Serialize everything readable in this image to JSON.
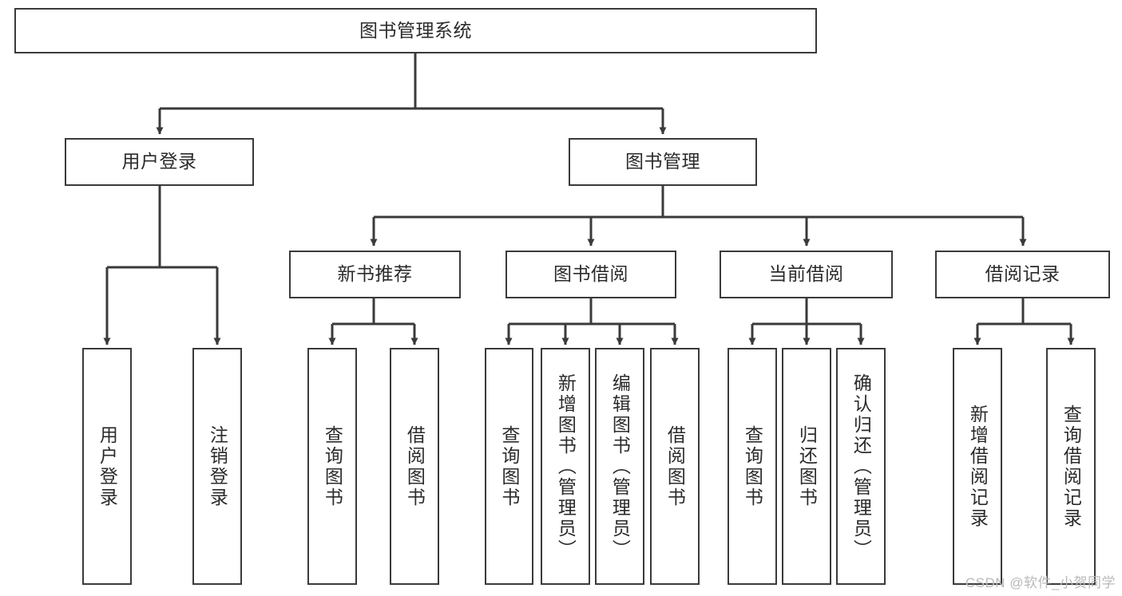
{
  "diagram": {
    "type": "tree-hierarchy",
    "title": "图书管理系统",
    "root": {
      "label": "图书管理系统"
    },
    "level1": [
      {
        "label": "用户登录"
      },
      {
        "label": "图书管理"
      }
    ],
    "level2": [
      {
        "label": "新书推荐"
      },
      {
        "label": "图书借阅"
      },
      {
        "label": "当前借阅"
      },
      {
        "label": "借阅记录"
      }
    ],
    "leaves": {
      "user_login": [
        {
          "label": "用户登录"
        },
        {
          "label": "注销登录"
        }
      ],
      "new_book_recommend": [
        {
          "label": "查询图书"
        },
        {
          "label": "借阅图书"
        }
      ],
      "book_borrow": [
        {
          "label": "查询图书"
        },
        {
          "label": "新增图书（管理员）"
        },
        {
          "label": "编辑图书（管理员）"
        },
        {
          "label": "借阅图书"
        }
      ],
      "current_borrow": [
        {
          "label": "查询图书"
        },
        {
          "label": "归还图书"
        },
        {
          "label": "确认归还（管理员）"
        }
      ],
      "borrow_record": [
        {
          "label": "新增借阅记录"
        },
        {
          "label": "查询借阅记录"
        }
      ]
    },
    "watermark": "CSDN @软件_小贺同学",
    "colors": {
      "stroke": "#3a3a3a",
      "text": "#2b2b2b",
      "background": "#ffffff",
      "watermark": "#b9b9b9"
    }
  }
}
